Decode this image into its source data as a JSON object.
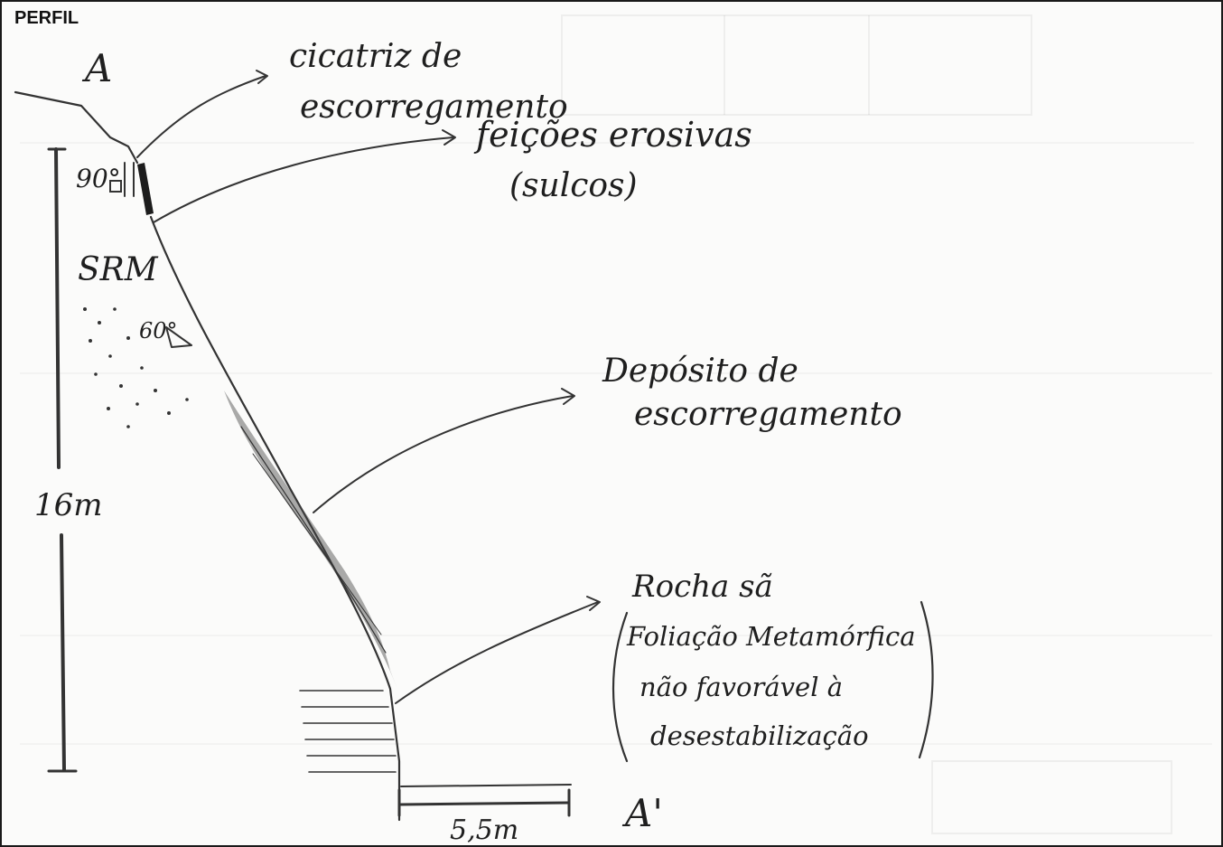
{
  "header": {
    "title": "PERFIL"
  },
  "points": {
    "start": "A",
    "end": "A'"
  },
  "labels": {
    "scar_line1": "cicatriz de",
    "scar_line2": "escorregamento",
    "erosion_line1": "feições erosivas",
    "erosion_line2": "(sulcos)",
    "deposit_line1": "Depósito de",
    "deposit_line2": "escorregamento",
    "rock_line1": "Rocha sã",
    "rock_line2": "Foliação Metamórfica",
    "rock_line3": "não favorável à",
    "rock_line4": "desestabilização",
    "srm": "SRM",
    "angle_top": "90°",
    "angle_mid": "60°",
    "height": "16m",
    "width": "5,5m"
  }
}
